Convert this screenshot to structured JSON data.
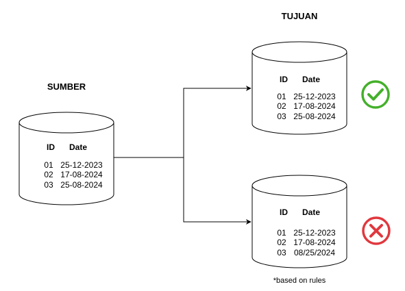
{
  "source": {
    "title": "SUMBER",
    "header_id": "ID",
    "header_date": "Date",
    "rows": [
      {
        "id": "01",
        "date": "25-12-2023"
      },
      {
        "id": "02",
        "date": "17-08-2024"
      },
      {
        "id": "03",
        "date": "25-08-2024"
      }
    ]
  },
  "destination_title": "TUJUAN",
  "target_valid": {
    "header_id": "ID",
    "header_date": "Date",
    "rows": [
      {
        "id": "01",
        "date": "25-12-2023"
      },
      {
        "id": "02",
        "date": "17-08-2024"
      },
      {
        "id": "03",
        "date": "25-08-2024"
      }
    ],
    "status_icon": "check-circle-icon",
    "status_color": "#44b02a"
  },
  "target_invalid": {
    "header_id": "ID",
    "header_date": "Date",
    "rows": [
      {
        "id": "01",
        "date": "25-12-2023"
      },
      {
        "id": "02",
        "date": "17-08-2024"
      },
      {
        "id": "03",
        "date": "08/25/2024"
      }
    ],
    "status_icon": "cross-circle-icon",
    "status_color": "#e0383e"
  },
  "note": "*based on rules"
}
